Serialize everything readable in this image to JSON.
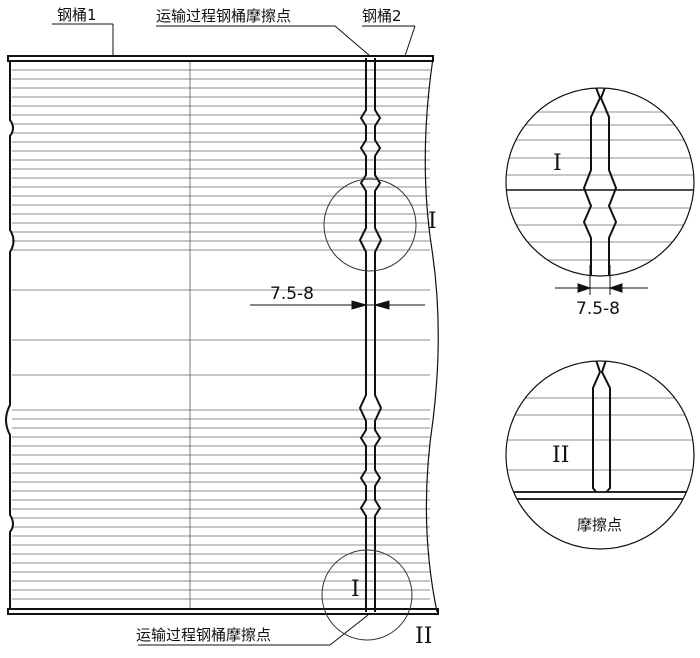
{
  "labels": {
    "barrel1": "钢桶1",
    "barrel2": "钢桶2",
    "friction_point_top": "运输过程钢桶摩擦点",
    "friction_point_bottom": "运输过程钢桶摩擦点",
    "friction_point_detail": "摩擦点"
  },
  "callouts": {
    "detail_1": "I",
    "detail_2": "II"
  },
  "dimensions": {
    "gap_main": "7.5-8",
    "gap_detail": "7.5-8"
  },
  "colors": {
    "line": "#111111",
    "thin_line": "#555555",
    "background": "#ffffff"
  }
}
